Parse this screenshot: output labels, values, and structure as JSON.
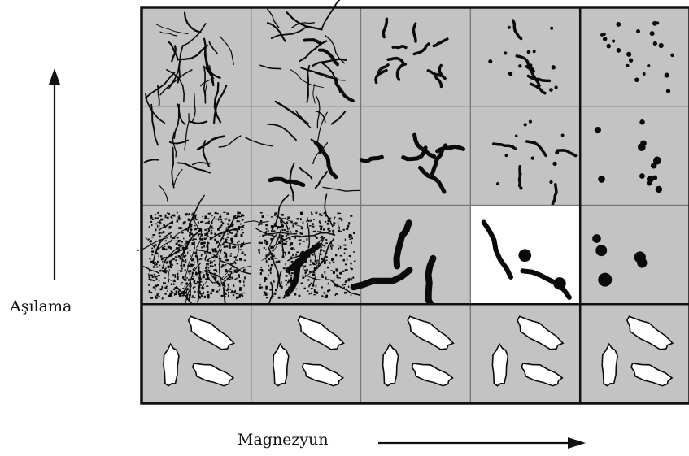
{
  "diagram": {
    "y_axis_label": "Aşılama",
    "x_axis_label": "Magnezyun",
    "grid": {
      "rows": 4,
      "cols": 5
    },
    "cell_color": "#c3c3c3",
    "highlight_cell_color": "#ffffff",
    "frame_color": "#111111",
    "ink_color": "#0a0a0a",
    "highlight_cell": {
      "row": 2,
      "col": 3
    },
    "row_patterns": [
      [
        "flake-fine",
        "flake-mixed",
        "vermicular-short",
        "vermicular-nodular",
        "nodules-small"
      ],
      [
        "flake-coarse",
        "flake-vermicular",
        "vermicular",
        "vermicular-nodular",
        "nodules-medium"
      ],
      [
        "flake-speckled",
        "speckled-vermicular",
        "vermicular-coarse",
        "vermicular-large-nodular",
        "nodules-large"
      ],
      [
        "white-blobs",
        "white-blobs",
        "white-blobs",
        "white-blobs",
        "white-blobs"
      ]
    ]
  }
}
